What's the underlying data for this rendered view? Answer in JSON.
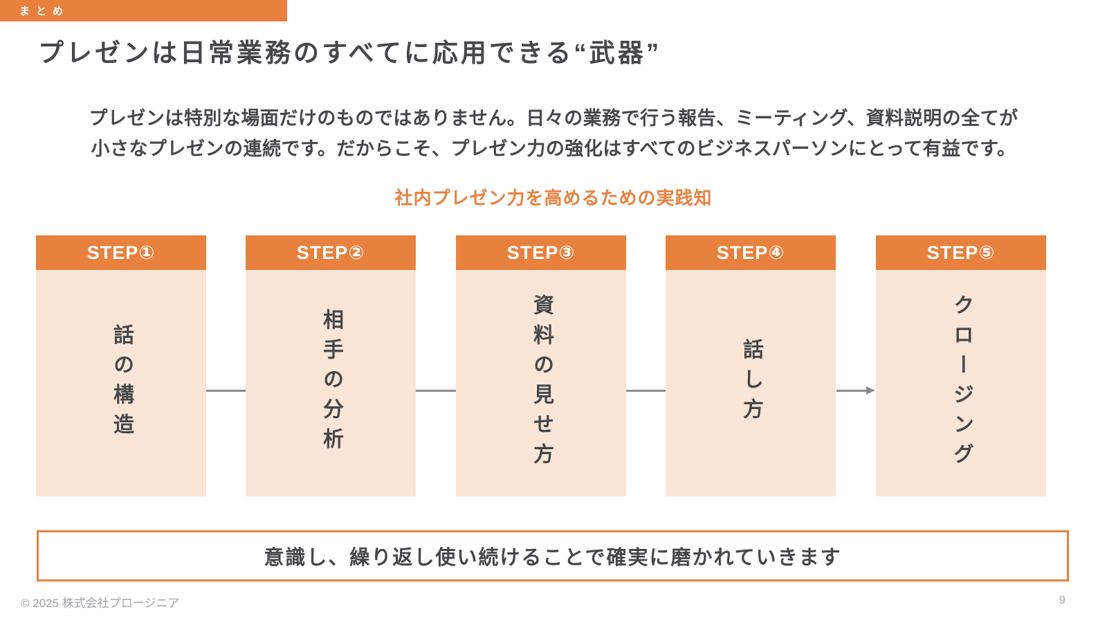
{
  "tag": {
    "label": "まとめ"
  },
  "header": {
    "title": "プレゼンは日常業務のすべてに応用できる“武器”"
  },
  "intro": {
    "line1": "プレゼンは特別な場面だけのものではありません。日々の業務で行う報告、ミーティング、資料説明の全てが",
    "line2": "小さなプレゼンの連続です。だからこそ、プレゼン力の強化はすべてのビジネスパーソンにとって有益です。",
    "subtitle": "社内プレゼン力を高めるための実践知"
  },
  "steps": [
    {
      "label": "STEP①",
      "body": "話の構造"
    },
    {
      "label": "STEP②",
      "body": "相手の分析"
    },
    {
      "label": "STEP③",
      "body": "資料の見せ方"
    },
    {
      "label": "STEP④",
      "body": "話し方"
    },
    {
      "label": "STEP⑤",
      "body": "クロージング"
    }
  ],
  "conclusion": {
    "text": "意識し、繰り返し使い続けることで確実に磨かれていきます"
  },
  "footer": {
    "copyright": "© 2025 株式会社プロージニア",
    "page_number": "9"
  },
  "colors": {
    "accent_orange": "#E8813E",
    "step_fill_peach": "#FAE5D6",
    "text_dark": "#45484B",
    "connector_gray": "#8C8C8C",
    "footer_gray": "#9EA2A6"
  }
}
